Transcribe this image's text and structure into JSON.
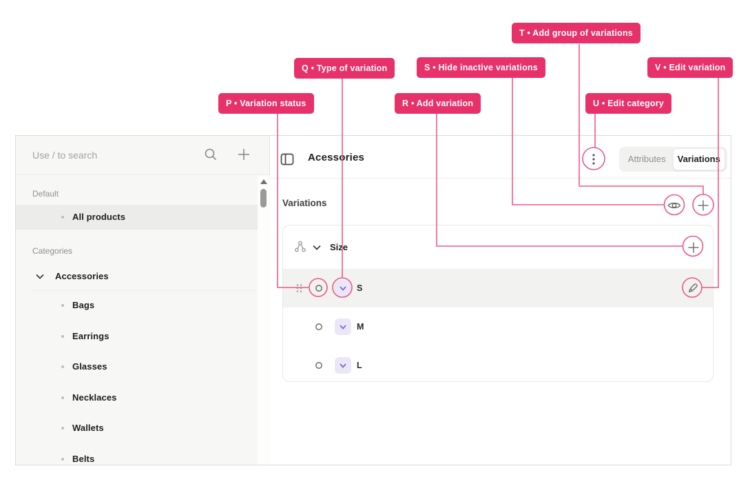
{
  "colors": {
    "accent_pink": "#e7316b",
    "connector_pink": "#f0568c",
    "lavender_button_bg": "#ece7f8",
    "lavender_icon": "#7d6cd1",
    "sidebar_bg": "#f7f7f5",
    "selected_row_bg": "#f2f2f0"
  },
  "annotations": {
    "p": {
      "label": "P • Variation status"
    },
    "q": {
      "label": "Q • Type of variation"
    },
    "r": {
      "label": "R • Add variation"
    },
    "s": {
      "label": "S • Hide inactive variations"
    },
    "t": {
      "label": "T • Add group of variations"
    },
    "u": {
      "label": "U • Edit category"
    },
    "v": {
      "label": "V • Edit variation"
    }
  },
  "sidebar": {
    "search": {
      "placeholder": "Use / to search"
    },
    "icons": {
      "search": "search-icon",
      "add": "plus-icon"
    },
    "default_section": {
      "label": "Default",
      "items": [
        {
          "label": "All products",
          "selected": true
        }
      ]
    },
    "categories_section": {
      "label": "Categories",
      "parent": {
        "label": "Accessories",
        "expanded": true
      },
      "items": [
        {
          "label": "Bags"
        },
        {
          "label": "Earrings"
        },
        {
          "label": "Glasses"
        },
        {
          "label": "Necklaces"
        },
        {
          "label": "Wallets"
        },
        {
          "label": "Belts"
        }
      ]
    }
  },
  "main": {
    "header": {
      "title": "Acessories",
      "menu_icon": "kebab-vertical-icon",
      "tabs": [
        {
          "label": "Attributes",
          "active": false
        },
        {
          "label": "Variations",
          "active": true
        }
      ]
    },
    "section": {
      "title": "Variations",
      "icons": {
        "hide_inactive": "eye-icon",
        "add_group": "plus-icon"
      }
    },
    "group": {
      "name": "Size",
      "icons": {
        "type": "hierarchy-icon",
        "collapse": "chevron-down-icon",
        "add_variation": "plus-icon"
      },
      "rows": [
        {
          "label": "S",
          "selected": true
        },
        {
          "label": "M",
          "selected": false
        },
        {
          "label": "L",
          "selected": false
        }
      ]
    }
  }
}
